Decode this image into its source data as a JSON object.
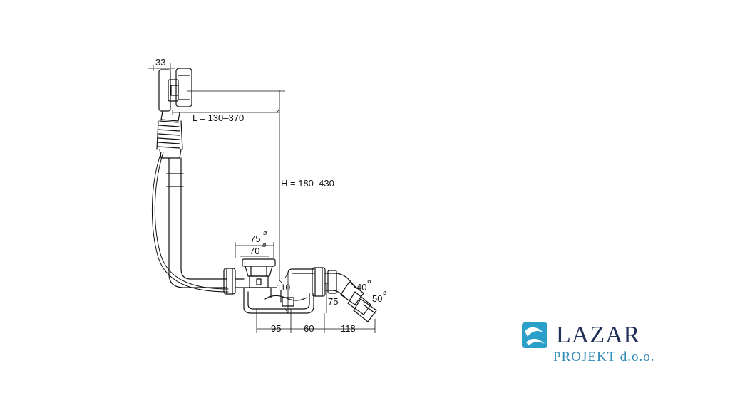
{
  "diagram": {
    "dimensions": {
      "width_top": "33",
      "length": "L = 130–370",
      "height": "H = 180–430",
      "outer_diameter": "75",
      "inner_diameter": "70",
      "trap_height": "110",
      "outlet_height": "75",
      "outlet_diameter_small": "40",
      "outlet_diameter_large": "50",
      "offset_1": "95",
      "offset_2": "60",
      "offset_3": "118",
      "diameter_symbol": "ø"
    }
  },
  "logo": {
    "brand": "LAZAR",
    "subtitle": "PROJEKT d.o.o.",
    "mark_icon": "wave-icon",
    "colors": {
      "mark": "#2a9fc9",
      "name": "#1f2f57",
      "subtitle": "#2f8ab5"
    }
  }
}
